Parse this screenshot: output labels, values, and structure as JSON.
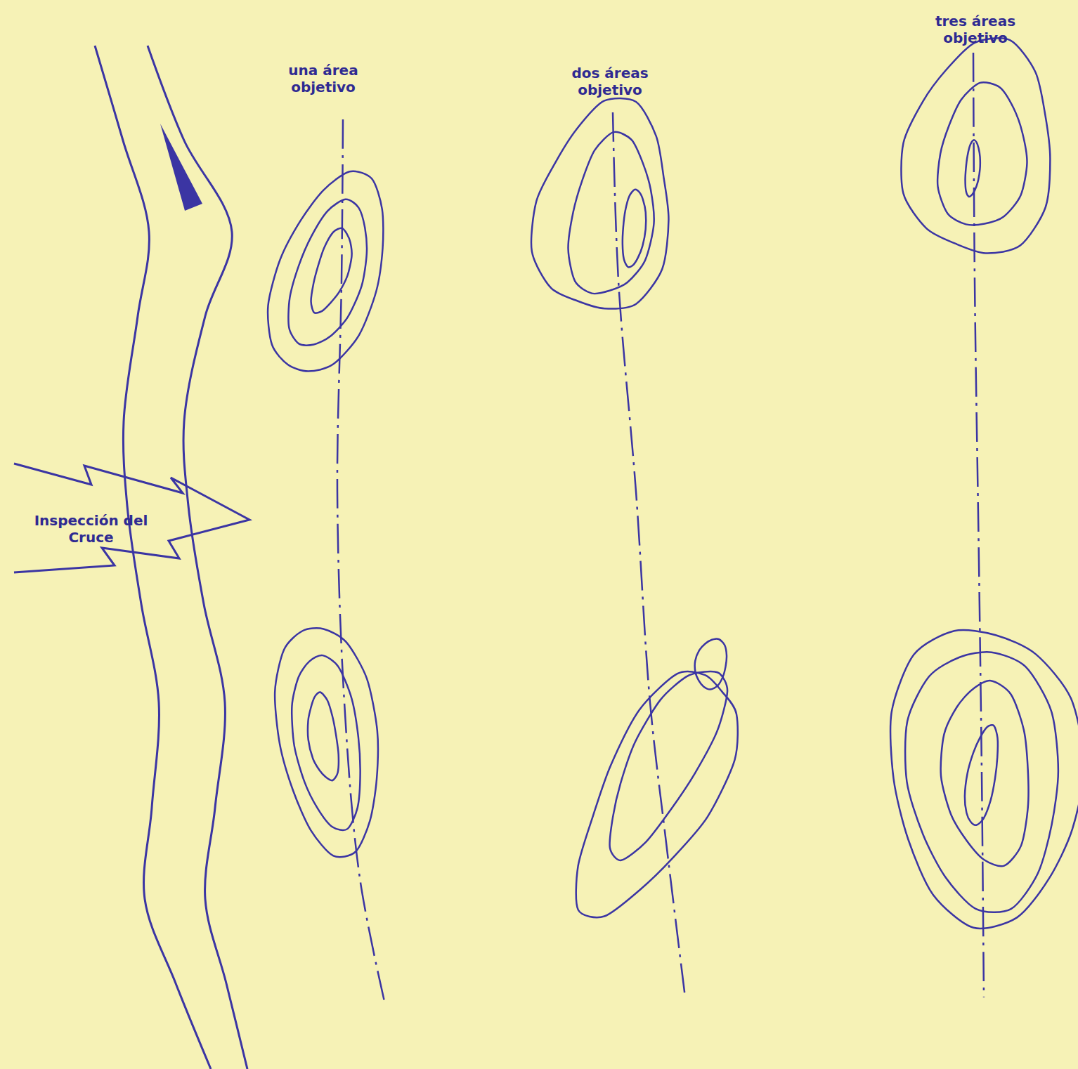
{
  "diagram": {
    "nodes": [
      {
        "text": [
          "Inspección del Cruce"
        ]
      }
    ],
    "labels": [
      "una área objetivo",
      "dos áreas objetivo",
      "tres áreas objetivo"
    ]
  }
}
